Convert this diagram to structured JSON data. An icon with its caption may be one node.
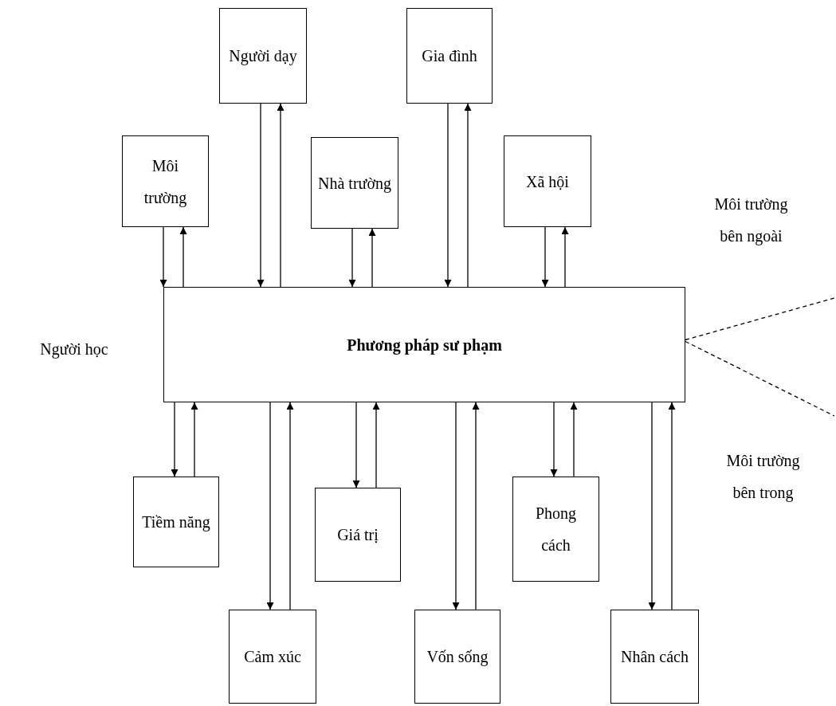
{
  "diagram": {
    "nodes": [
      {
        "text": [
          "Người dạy"
        ]
      },
      {
        "text": [
          "Gia đình"
        ]
      },
      {
        "text": [
          "Môi trường"
        ]
      },
      {
        "text": [
          "Nhà trường"
        ]
      },
      {
        "text": [
          "Xã hội"
        ]
      },
      {
        "text": [
          "Phương pháp sư phạm"
        ]
      },
      {
        "text": [
          "Tiềm năng"
        ]
      },
      {
        "text": [
          "Giá trị"
        ]
      },
      {
        "text": [
          "Phong cách"
        ]
      },
      {
        "text": [
          "Cảm xúc"
        ]
      },
      {
        "text": [
          "Vốn sống"
        ]
      },
      {
        "text": [
          "Nhân cách"
        ]
      }
    ],
    "edges": [
      {
        "from": 0,
        "to": 5,
        "arrow": "to"
      },
      {
        "from": 5,
        "to": 0,
        "arrow": "to"
      },
      {
        "from": 1,
        "to": 5,
        "arrow": "to"
      },
      {
        "from": 5,
        "to": 1,
        "arrow": "to"
      },
      {
        "from": 2,
        "to": 5,
        "arrow": "to"
      },
      {
        "from": 5,
        "to": 2,
        "arrow": "to"
      },
      {
        "from": 3,
        "to": 5,
        "arrow": "to"
      },
      {
        "from": 5,
        "to": 3,
        "arrow": "to"
      },
      {
        "from": 4,
        "to": 5,
        "arrow": "to"
      },
      {
        "from": 5,
        "to": 4,
        "arrow": "to"
      },
      {
        "from": 5,
        "to": 6,
        "arrow": "to"
      },
      {
        "from": 6,
        "to": 5,
        "arrow": "to"
      },
      {
        "from": 5,
        "to": 7,
        "arrow": "to"
      },
      {
        "from": 7,
        "to": 5,
        "arrow": "to"
      },
      {
        "from": 5,
        "to": 8,
        "arrow": "to"
      },
      {
        "from": 8,
        "to": 5,
        "arrow": "to"
      },
      {
        "from": 5,
        "to": 9,
        "arrow": "to"
      },
      {
        "from": 9,
        "to": 5,
        "arrow": "to"
      },
      {
        "from": 5,
        "to": 10,
        "arrow": "to"
      },
      {
        "from": 10,
        "to": 5,
        "arrow": "to"
      },
      {
        "from": 5,
        "to": 11,
        "arrow": "to"
      },
      {
        "from": 11,
        "to": 5,
        "arrow": "to"
      },
      {
        "from": 5,
        "to": null,
        "arrow": "none",
        "style": "dashed"
      },
      {
        "from": 5,
        "to": null,
        "arrow": "none",
        "style": "dashed"
      }
    ],
    "labels": [
      "Môi trường bên ngoài",
      "Người học",
      "Môi trường bên trong"
    ]
  }
}
